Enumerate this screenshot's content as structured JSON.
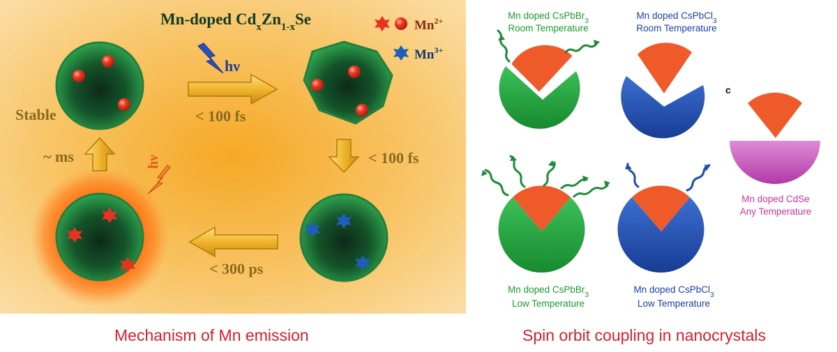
{
  "left_panel": {
    "title": {
      "prefix": "Mn-doped Cd",
      "x1": "x",
      "mid": "Zn",
      "x2": "1-x",
      "suffix": "Se"
    },
    "legend": {
      "mn2": {
        "base": "Mn",
        "sup": "2+"
      },
      "mn3": {
        "base": "Mn",
        "sup": "3+"
      }
    },
    "labels": {
      "hv_top": "hν",
      "hv_left": "hν",
      "stable": "Stable",
      "t_right_arrow": "< 100 fs",
      "t_down_arrow": "< 100 fs",
      "t_left_arrow": "< 300 ps",
      "t_up_arrow": "~ ms"
    },
    "caption": "Mechanism of Mn emission"
  },
  "right_panel": {
    "items": [
      {
        "line1": "Mn doped CsPbBr",
        "sub": "3",
        "line2": "Room Temperature",
        "color": "#1a9a2c"
      },
      {
        "line1": "Mn doped CsPbCl",
        "sub": "3",
        "line2": "Room Temperature",
        "color": "#1b3fa8"
      },
      {
        "line1": "Mn doped CsPbBr",
        "sub": "3",
        "line2": "Low Temperature",
        "color": "#1a9a2c"
      },
      {
        "line1": "Mn doped CsPbCl",
        "sub": "3",
        "line2": "Low Temperature",
        "color": "#1b3fa8"
      },
      {
        "line1": "Mn doped CdSe",
        "sub": "",
        "line2": "Any Temperature",
        "color": "#c4379b"
      }
    ],
    "panel_letter": "c",
    "caption": "Spin orbit coupling in nanocrystals"
  },
  "colors": {
    "green": "#1e9a3a",
    "blue": "#1f4ea8",
    "magenta": "#c95cc0",
    "orange": "#ef5a2a",
    "mn2_red": "#e63322",
    "mn3_blue": "#1f5fb8",
    "caption_red": "#d6212a",
    "label_gold": "#8a6a1e"
  }
}
